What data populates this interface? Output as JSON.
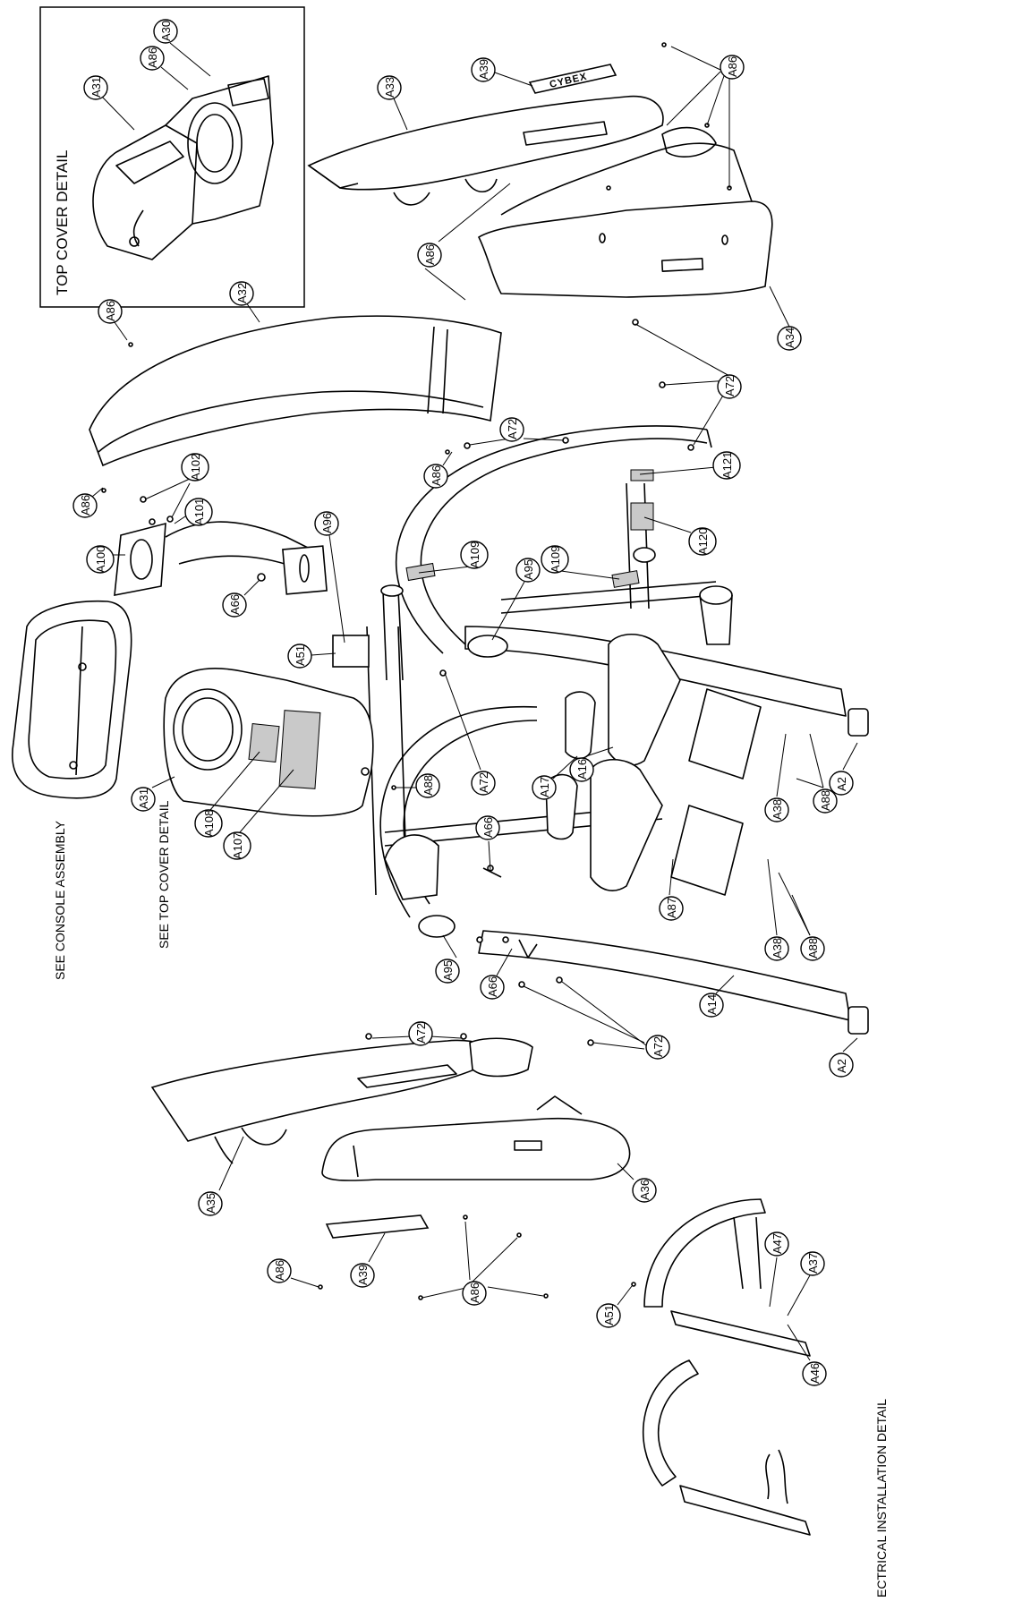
{
  "notes": {
    "top_cover_detail": "TOP COVER DETAIL",
    "see_console_assembly": "SEE CONSOLE ASSEMBLY",
    "see_top_cover_detail": "SEE TOP COVER DETAIL",
    "electrical_installation_detail": "ECTRICAL INSTALLATION DETAIL"
  },
  "logo": {
    "text": "CYBEX"
  },
  "callouts": {
    "a30": "A30",
    "a31_inset": "A31",
    "a86_inset": "A86",
    "a39_top": "A39",
    "a86_topright": "A86",
    "a33": "A33",
    "a86_mid": "A86",
    "a34": "A34",
    "a86_left": "A86",
    "a32": "A32",
    "a72_a": "A72",
    "a86_b": "A86",
    "a72_b": "A72",
    "a121": "A121",
    "a86_c": "A86",
    "a102": "A102",
    "a101": "A101",
    "a100": "A100",
    "a66_a": "A66",
    "a96": "A96",
    "a109_a": "A109",
    "a95_a": "A95",
    "a109_b": "A109",
    "a120": "A120",
    "a51_a": "A51",
    "a2_a": "A2",
    "a31": "A31",
    "a108": "A108",
    "a107": "A107",
    "a72_c": "A72",
    "a88_a": "A88",
    "a17": "A17",
    "a16": "A16",
    "a38_a": "A38",
    "a88_b": "A88",
    "a66_b": "A66",
    "a87": "A87",
    "a38_b": "A38",
    "a88_c": "A88",
    "a95_b": "A95",
    "a66_c": "A66",
    "a14": "A14",
    "a2_b": "A2",
    "a72_d": "A72",
    "a72_e": "A72",
    "a35": "A35",
    "a36": "A36",
    "a86_d": "A86",
    "a39_bottom": "A39",
    "a86_e": "A86",
    "a51_b": "A51",
    "a47": "A47",
    "a37": "A37",
    "a46": "A46"
  }
}
